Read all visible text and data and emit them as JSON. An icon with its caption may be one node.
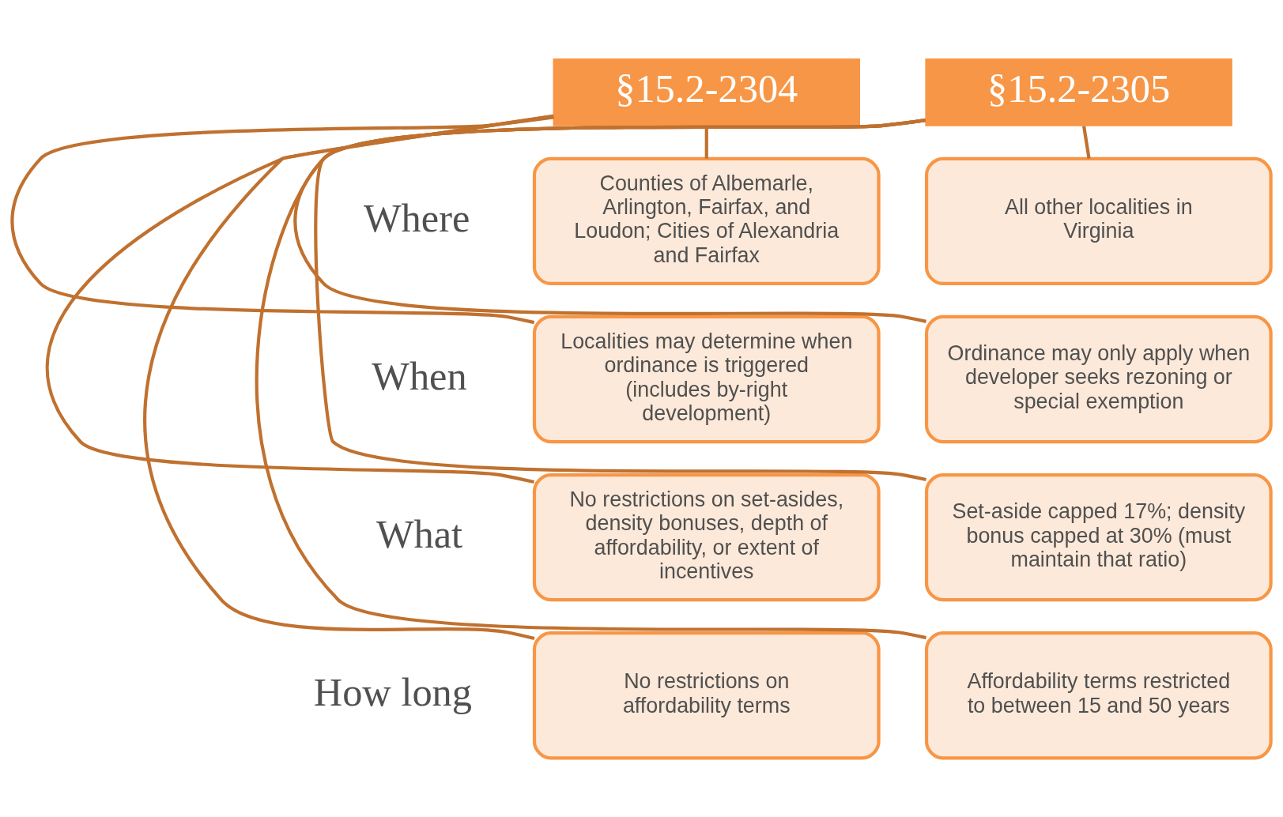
{
  "diagram": {
    "nodes": [
      {
        "text": [
          "§15.2-2304"
        ]
      },
      {
        "text": [
          "Counties of Albemarle, Arlington, Fairfax, and Loudon; Cities of Alexandria and Fairfax"
        ]
      },
      {
        "text": [
          "Localities may determine when ordinance is triggered (includes by-right development)"
        ]
      },
      {
        "text": [
          "No restrictions on set-asides, density bonuses, depth of affordability, or extent of incentives"
        ]
      },
      {
        "text": [
          "No restrictions on affordability terms"
        ]
      },
      {
        "text": [
          "§15.2-2305"
        ]
      },
      {
        "text": [
          "All other localities in Virginia"
        ]
      },
      {
        "text": [
          "Ordinance may only apply when developer seeks rezoning or special exemption"
        ]
      },
      {
        "text": [
          "Set-aside capped 17%; density bonus capped at 30% (must maintain that ratio)"
        ]
      },
      {
        "text": [
          "Affordability terms restricted to between 15 and 50 years"
        ]
      }
    ],
    "edges": [
      {
        "from": 0,
        "to": 1,
        "arrow": "none"
      },
      {
        "from": 0,
        "to": 2,
        "arrow": "none"
      },
      {
        "from": 0,
        "to": 3,
        "arrow": "none"
      },
      {
        "from": 0,
        "to": 4,
        "arrow": "none"
      },
      {
        "from": 5,
        "to": 6,
        "arrow": "none"
      },
      {
        "from": 5,
        "to": 7,
        "arrow": "none"
      },
      {
        "from": 5,
        "to": 8,
        "arrow": "none"
      },
      {
        "from": 5,
        "to": 9,
        "arrow": "none"
      }
    ],
    "labels": [
      "Where",
      "When",
      "What",
      "How long"
    ]
  }
}
